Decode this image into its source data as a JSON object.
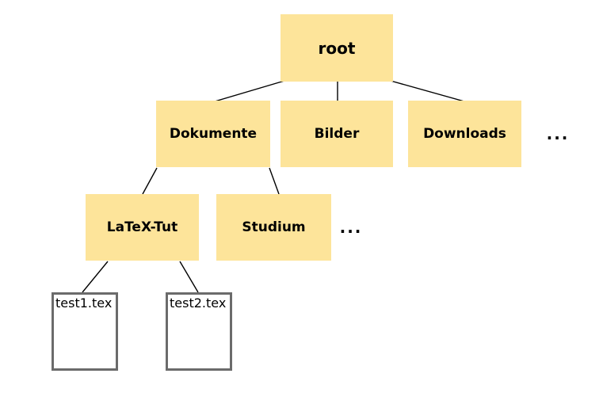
{
  "diagram_type": "file-system-tree",
  "nodes": {
    "root": "root",
    "dokumente": "Dokumente",
    "bilder": "Bilder",
    "downloads": "Downloads",
    "latex_tut": "LaTeX-Tut",
    "studium": "Studium",
    "file1": "test1.tex",
    "file2": "test2.tex"
  },
  "ellipsis": {
    "level1": "...",
    "level2": "..."
  },
  "hierarchy": {
    "root": [
      "Dokumente",
      "Bilder",
      "Downloads",
      "..."
    ],
    "Dokumente": [
      "LaTeX-Tut",
      "Studium",
      "..."
    ],
    "LaTeX-Tut": [
      "test1.tex",
      "test2.tex"
    ]
  },
  "colors": {
    "folder_fill": "#fde49a",
    "file_border": "#6b6b6b",
    "edge": "#000000",
    "text": "#000000",
    "bg": "#ffffff"
  }
}
